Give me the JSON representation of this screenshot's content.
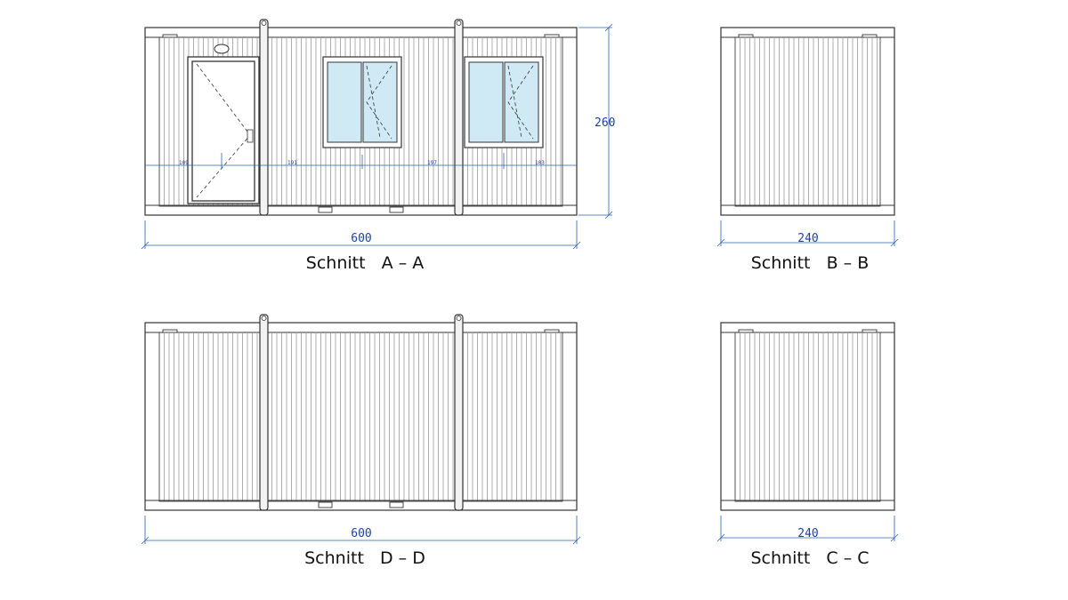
{
  "views": [
    {
      "id": "a",
      "caption": "Schnitt   A – A",
      "width_label": "600",
      "height_label": "260",
      "segments": [
        "109",
        "191",
        "197",
        "103"
      ]
    },
    {
      "id": "b",
      "caption": "Schnitt   B – B",
      "width_label": "240"
    },
    {
      "id": "d",
      "caption": "Schnitt   D – D",
      "width_label": "600"
    },
    {
      "id": "c",
      "caption": "Schnitt   C – C",
      "width_label": "240"
    }
  ],
  "colors": {
    "dimension": "#1b3fa6",
    "glass": "#cfe9f5",
    "line": "#333333"
  }
}
